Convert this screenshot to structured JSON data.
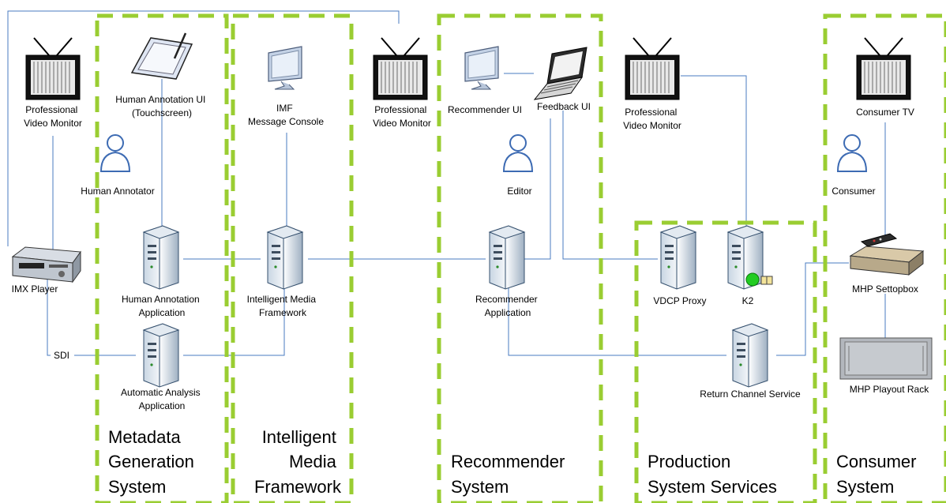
{
  "zones": {
    "metadata": [
      "Metadata",
      "Generation",
      "System"
    ],
    "imf": [
      "Intelligent",
      "Media",
      "Framework"
    ],
    "recommender": [
      "Recommender",
      "System"
    ],
    "production": [
      "Production",
      "System Services"
    ],
    "consumer": [
      "Consumer",
      "System"
    ]
  },
  "devices": {
    "monitor1": [
      "Professional",
      "Video Monitor"
    ],
    "touch": [
      "Human Annotation UI",
      "(Touchscreen)"
    ],
    "console": [
      "IMF",
      "Message Console"
    ],
    "monitor2": [
      "Professional",
      "Video Monitor"
    ],
    "rec_ui": "Recommender UI",
    "feedback_ui": "Feedback UI",
    "monitor3": [
      "Professional",
      "Video Monitor"
    ],
    "consumer_tv": "Consumer TV",
    "annotator": "Human Annotator",
    "editor": "Editor",
    "consumer": "Consumer",
    "imx": "IMX Player",
    "human_app": [
      "Human Annotation",
      "Application"
    ],
    "imf_server": [
      "Intelligent Media",
      "Framework"
    ],
    "rec_app": [
      "Recommender",
      "Application"
    ],
    "vdcp": "VDCP Proxy",
    "k2": "K2",
    "settopbox": "MHP Settopbox",
    "auto_app": [
      "Automatic Analysis",
      "Application"
    ],
    "return_channel": "Return Channel Service",
    "playout": "MHP Playout Rack",
    "sdi": "SDI"
  },
  "colors": {
    "zone": "#9acd32",
    "connector": "#4a7bc0"
  }
}
